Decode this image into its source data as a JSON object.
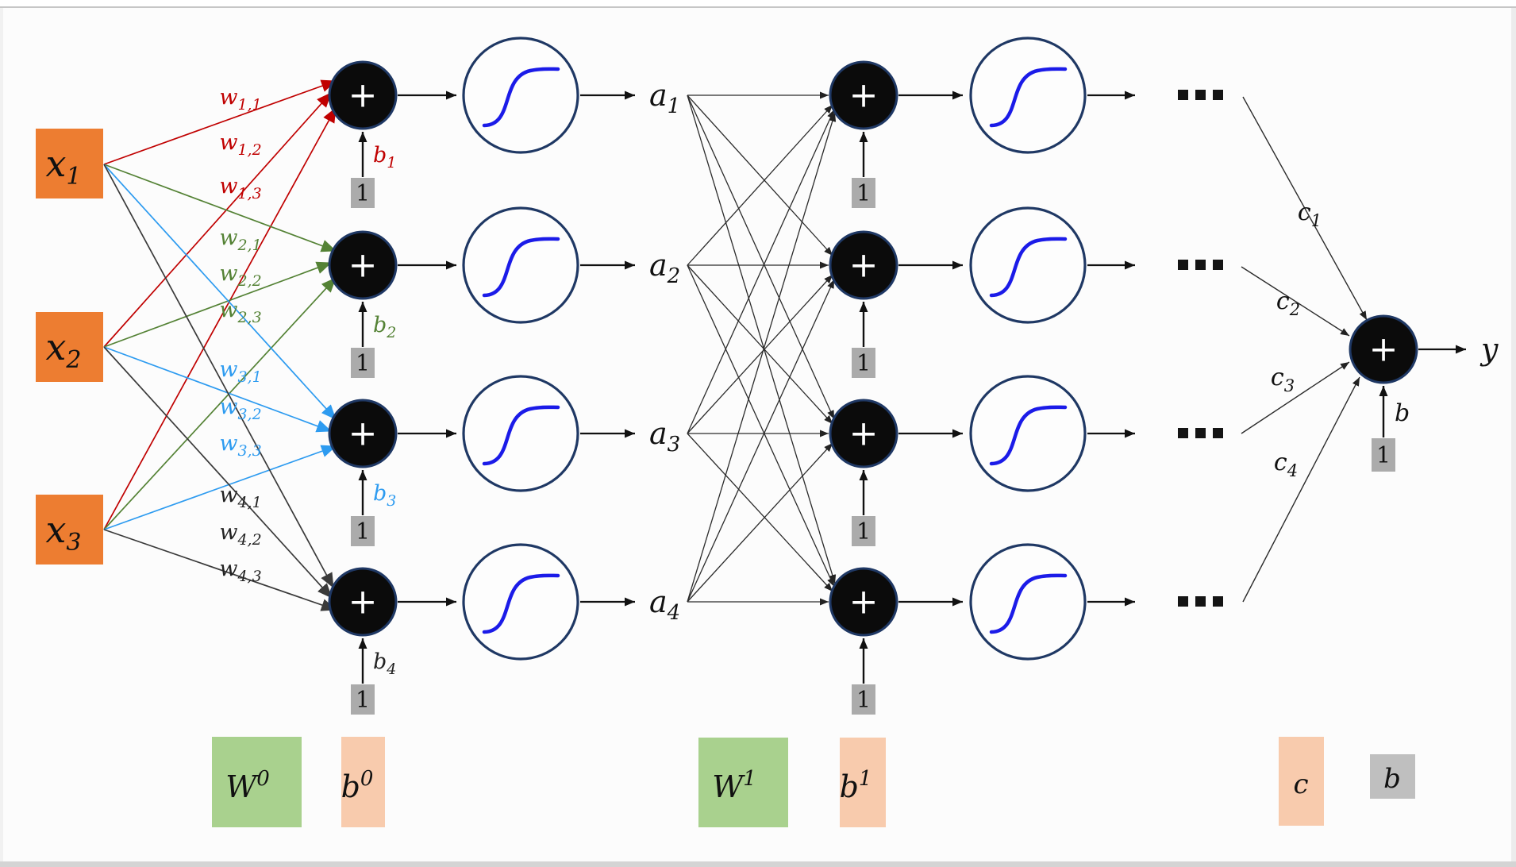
{
  "palette": {
    "input_orange": "#ED7D31",
    "legend_green": "#A9D18E",
    "legend_peach": "#F8CBAD",
    "bias_gray": "#ABABAB",
    "legend_gray": "#BFBFBF",
    "weight_red": "#C00000",
    "weight_green": "#548235",
    "weight_blue": "#2D9BF0",
    "weight_black": "#333333",
    "node_fill": "#0b0b0b",
    "node_border_navy": "#1F3864",
    "sigmoid_blue": "#1B1BE8"
  },
  "inputs": [
    {
      "base": "x",
      "sub": "1"
    },
    {
      "base": "x",
      "sub": "2"
    },
    {
      "base": "x",
      "sub": "3"
    }
  ],
  "w": [
    {
      "base": "w",
      "sub": "1,1"
    },
    {
      "base": "w",
      "sub": "1,2"
    },
    {
      "base": "w",
      "sub": "1,3"
    },
    {
      "base": "w",
      "sub": "2,1"
    },
    {
      "base": "w",
      "sub": "2,2"
    },
    {
      "base": "w",
      "sub": "2,3"
    },
    {
      "base": "w",
      "sub": "3,1"
    },
    {
      "base": "w",
      "sub": "3,2"
    },
    {
      "base": "w",
      "sub": "3,3"
    },
    {
      "base": "w",
      "sub": "4,1"
    },
    {
      "base": "w",
      "sub": "4,2"
    },
    {
      "base": "w",
      "sub": "4,3"
    }
  ],
  "b1l": [
    {
      "base": "b",
      "sub": "1"
    },
    {
      "base": "b",
      "sub": "2"
    },
    {
      "base": "b",
      "sub": "3"
    },
    {
      "base": "b",
      "sub": "4"
    }
  ],
  "a": [
    {
      "base": "a",
      "sub": "1"
    },
    {
      "base": "a",
      "sub": "2"
    },
    {
      "base": "a",
      "sub": "3"
    },
    {
      "base": "a",
      "sub": "4"
    }
  ],
  "c": [
    {
      "base": "c",
      "sub": "1"
    },
    {
      "base": "c",
      "sub": "2"
    },
    {
      "base": "c",
      "sub": "3"
    },
    {
      "base": "c",
      "sub": "4"
    }
  ],
  "node": {
    "plus": "+",
    "one": "1"
  },
  "finalv": {
    "bias": "b",
    "y": "y"
  },
  "legend": [
    {
      "base": "W",
      "sup": "0"
    },
    {
      "base": "b",
      "sup": "0"
    },
    {
      "base": "W",
      "sup": "1"
    },
    {
      "base": "b",
      "sup": "1"
    },
    {
      "base": "c",
      "sup": ""
    },
    {
      "base": "b",
      "sup": ""
    }
  ]
}
